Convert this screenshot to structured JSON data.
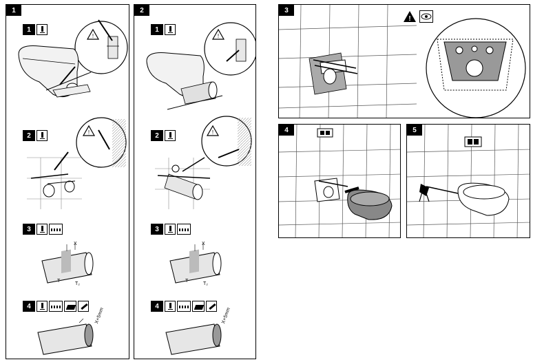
{
  "panels": [
    {
      "id": "1",
      "label": "1"
    },
    {
      "id": "2",
      "label": "2"
    },
    {
      "id": "3",
      "label": "3"
    },
    {
      "id": "4",
      "label": "4"
    },
    {
      "id": "5",
      "label": "5"
    }
  ],
  "steps": {
    "s1": "1",
    "s2": "2",
    "s3": "3",
    "s4": "4"
  },
  "callouts": {
    "warning_caption": "5mm"
  },
  "dimensions": {
    "x": "X",
    "t1": "T",
    "t2": "T₂",
    "x_plus_5": "X+5mm"
  },
  "icons": [
    "warning-triangle-icon",
    "eye-icon",
    "level-bar-icon",
    "grip-tool-icon",
    "file-tool-icon",
    "utility-knife-icon"
  ]
}
